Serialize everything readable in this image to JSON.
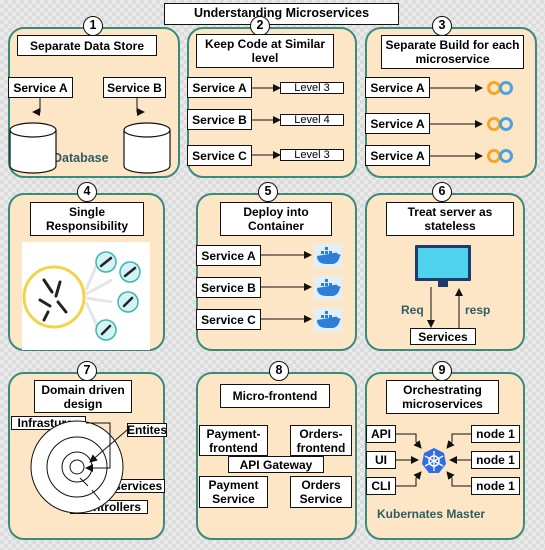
{
  "title": "Understanding Microservices",
  "p1": {
    "num": "1",
    "title": "Separate Data Store",
    "service_a": "Service A",
    "service_b": "Service B",
    "database": "Database"
  },
  "p2": {
    "num": "2",
    "title": "Keep Code at Similar level",
    "rows": [
      {
        "service": "Service A",
        "level": "Level 3"
      },
      {
        "service": "Service B",
        "level": "Level 4"
      },
      {
        "service": "Service C",
        "level": "Level 3"
      }
    ]
  },
  "p3": {
    "num": "3",
    "title": "Separate Build for each microservice",
    "rows": [
      "Service A",
      "Service A",
      "Service A"
    ]
  },
  "p4": {
    "num": "4",
    "title": "Single Responsibility"
  },
  "p5": {
    "num": "5",
    "title": "Deploy into Container",
    "rows": [
      "Service A",
      "Service B",
      "Service C"
    ]
  },
  "p6": {
    "num": "6",
    "title": "Treat server as stateless",
    "req": "Req",
    "resp": "resp",
    "services": "Services"
  },
  "p7": {
    "num": "7",
    "title": "Domain driven design",
    "infrastures": "Infrastures",
    "entites": "Entites",
    "api_services": "API services",
    "controllers": "Controllers"
  },
  "p8": {
    "num": "8",
    "title": "Micro-frontend",
    "payment_frontend": "Payment-frontend",
    "orders_frontend": "Orders-frontend",
    "api_gateway": "API Gateway",
    "payment_service": "Payment Service",
    "orders_service": "Orders Service"
  },
  "p9": {
    "num": "9",
    "title": "Orchestrating microservices",
    "clients": [
      "API",
      "UI",
      "CLI"
    ],
    "nodes": [
      "node 1",
      "node 1",
      "node 1"
    ],
    "master": "Kubernates Master"
  },
  "colors": {
    "panel_fill": "#fde6c6",
    "panel_border": "#3a8a7e",
    "database_text": "#2e5d63",
    "kube_blue": "#326ce5",
    "docker_blue": "#2d7fd3"
  }
}
